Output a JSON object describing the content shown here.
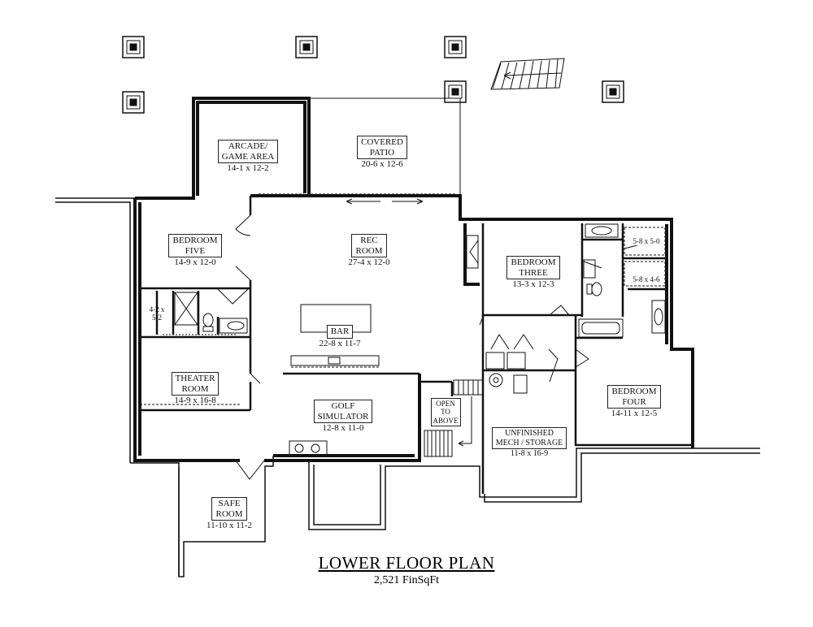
{
  "rooms": {
    "arcade": {
      "name_l1": "ARCADE/",
      "name_l2": "GAME AREA",
      "dim": "14-1 x 12-2"
    },
    "covered_patio": {
      "name_l1": "COVERED",
      "name_l2": "PATIO",
      "dim": "20-6 x 12-6"
    },
    "bedroom_five": {
      "name_l1": "BEDROOM",
      "name_l2": "FIVE",
      "dim": "14-9 x 12-0"
    },
    "rec_room": {
      "name_l1": "REC",
      "name_l2": "ROOM",
      "dim": "27-4 x 12-0"
    },
    "bedroom_three": {
      "name_l1": "BEDROOM",
      "name_l2": "THREE",
      "dim": "13-3 x 12-3"
    },
    "bath_a": {
      "dim": "5-8 x 5-0"
    },
    "bath_b": {
      "dim": "5-8 x 4-6"
    },
    "closet": {
      "dim_l1": "4-2 x",
      "dim_l2": "5-2"
    },
    "bar": {
      "name": "BAR",
      "dim": "22-8 x 11-7"
    },
    "theater": {
      "name_l1": "THEATER",
      "name_l2": "ROOM",
      "dim": "14-9 x 16-8"
    },
    "golf": {
      "name_l1": "GOLF",
      "name_l2": "SIMULATOR",
      "dim": "12-8 x 11-0"
    },
    "open_above": {
      "l1": "OPEN",
      "l2": "TO",
      "l3": "ABOVE"
    },
    "mech": {
      "name_l1": "UNFINISHED",
      "name_l2": "MECH / STORAGE",
      "dim": "11-8 x 16-9"
    },
    "bedroom_four": {
      "name_l1": "BEDROOM",
      "name_l2": "FOUR",
      "dim": "14-11 x 12-5"
    },
    "safe_room": {
      "name_l1": "SAFE",
      "name_l2": "ROOM",
      "dim": "11-10 x 11-2"
    }
  },
  "title": {
    "main": "LOWER FLOOR PLAN",
    "area": "2,521 FinSqFt"
  }
}
